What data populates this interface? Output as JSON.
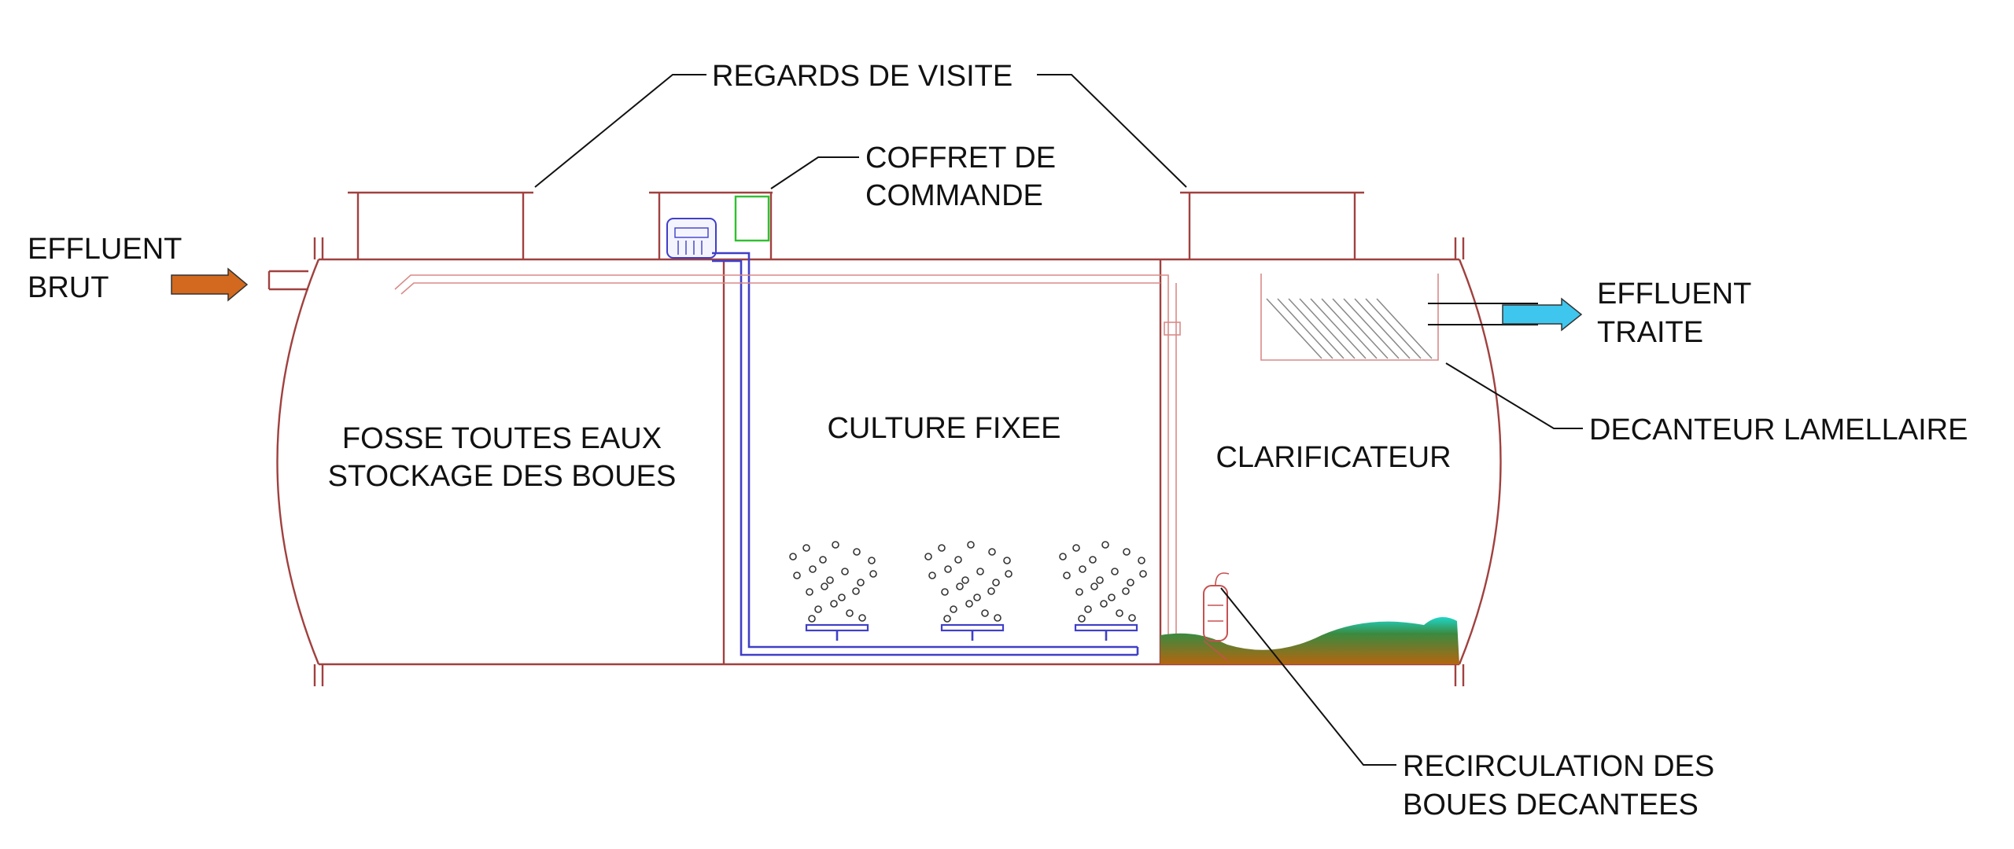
{
  "labels": {
    "regards": "REGARDS DE VISITE",
    "coffret_1": "COFFRET DE",
    "coffret_2": "COMMANDE",
    "effluent_brut_1": "EFFLUENT",
    "effluent_brut_2": "BRUT",
    "effluent_traite_1": "EFFLUENT",
    "effluent_traite_2": "TRAITE",
    "fosse_1": "FOSSE TOUTES EAUX",
    "fosse_2": "STOCKAGE DES BOUES",
    "culture": "CULTURE FIXEE",
    "clarificateur": "CLARIFICATEUR",
    "decanteur": "DECANTEUR LAMELLAIRE",
    "recirculation_1": "RECIRCULATION DES",
    "recirculation_2": "BOUES DECANTEES"
  },
  "colors": {
    "tank_wall": "#a0413f",
    "pipe_thin": "#d98a88",
    "air_line": "#3f3fc9",
    "controller_box": "#30c030",
    "inlet_arrow": "#d2691e",
    "outlet_arrow": "#3fc6ee",
    "sludge_top": "#1fd6c8",
    "sludge_mid": "#3a8a40",
    "sludge_bottom": "#b5650f"
  }
}
